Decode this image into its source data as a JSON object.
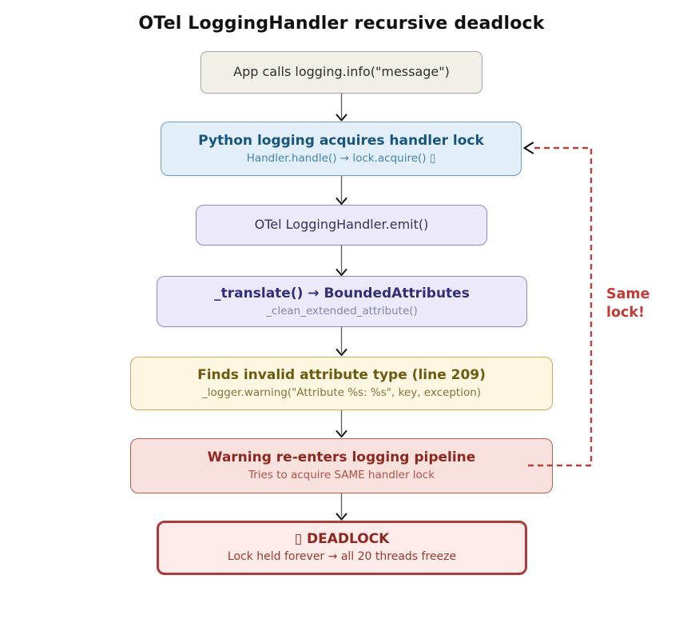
{
  "diagram": {
    "title": "OTel LoggingHandler recursive deadlock",
    "nodes": [
      {
        "id": "app-call",
        "label": "App calls logging.info(\"message\")"
      },
      {
        "id": "acquire-lock",
        "label": "Python logging acquires handler lock",
        "sublabel": "Handler.handle() → lock.acquire() ▯"
      },
      {
        "id": "emit",
        "label": "OTel LoggingHandler.emit()"
      },
      {
        "id": "translate",
        "label": "_translate() → BoundedAttributes",
        "sublabel": "_clean_extended_attribute()"
      },
      {
        "id": "invalid-attr",
        "label": "Finds invalid attribute type (line 209)",
        "sublabel": "_logger.warning(\"Attribute %s: %s\", key, exception)"
      },
      {
        "id": "reenter",
        "label": "Warning re-enters logging pipeline",
        "sublabel": "Tries to acquire SAME handler lock"
      },
      {
        "id": "deadlock",
        "label": "▯ DEADLOCK",
        "sublabel": "Lock held forever → all 20 threads freeze"
      }
    ],
    "feedback_edge_label": "Same\nlock!",
    "palette": {
      "background": "#ffffff",
      "title_text": "#111111",
      "grey_fill": "#f1efe8",
      "grey_border": "#a6a6a6",
      "blue_fill": "#e2eef8",
      "blue_border": "#6f9fc5",
      "blue_title": "#17557f",
      "blue_sub": "#4583ad",
      "lavender_fill": "#ebe9fa",
      "lavender_border": "#8f8cbd",
      "lavender_title": "#332e7a",
      "lavender_sub": "#8583a6",
      "yellow_fill": "#fdf7e2",
      "yellow_border": "#c8ac62",
      "yellow_title": "#6b5a10",
      "yellow_sub": "#857140",
      "pink_fill": "#f9e2dd",
      "pink_border": "#ad6354",
      "pink_title": "#8c2820",
      "pink_sub": "#ad5247",
      "deadlock_fill": "#fcebe8",
      "deadlock_border": "#a93c3c",
      "feedback_edge": "#b5413c",
      "connector_line": "#5a5a5a",
      "arrowhead": "#111111"
    }
  }
}
